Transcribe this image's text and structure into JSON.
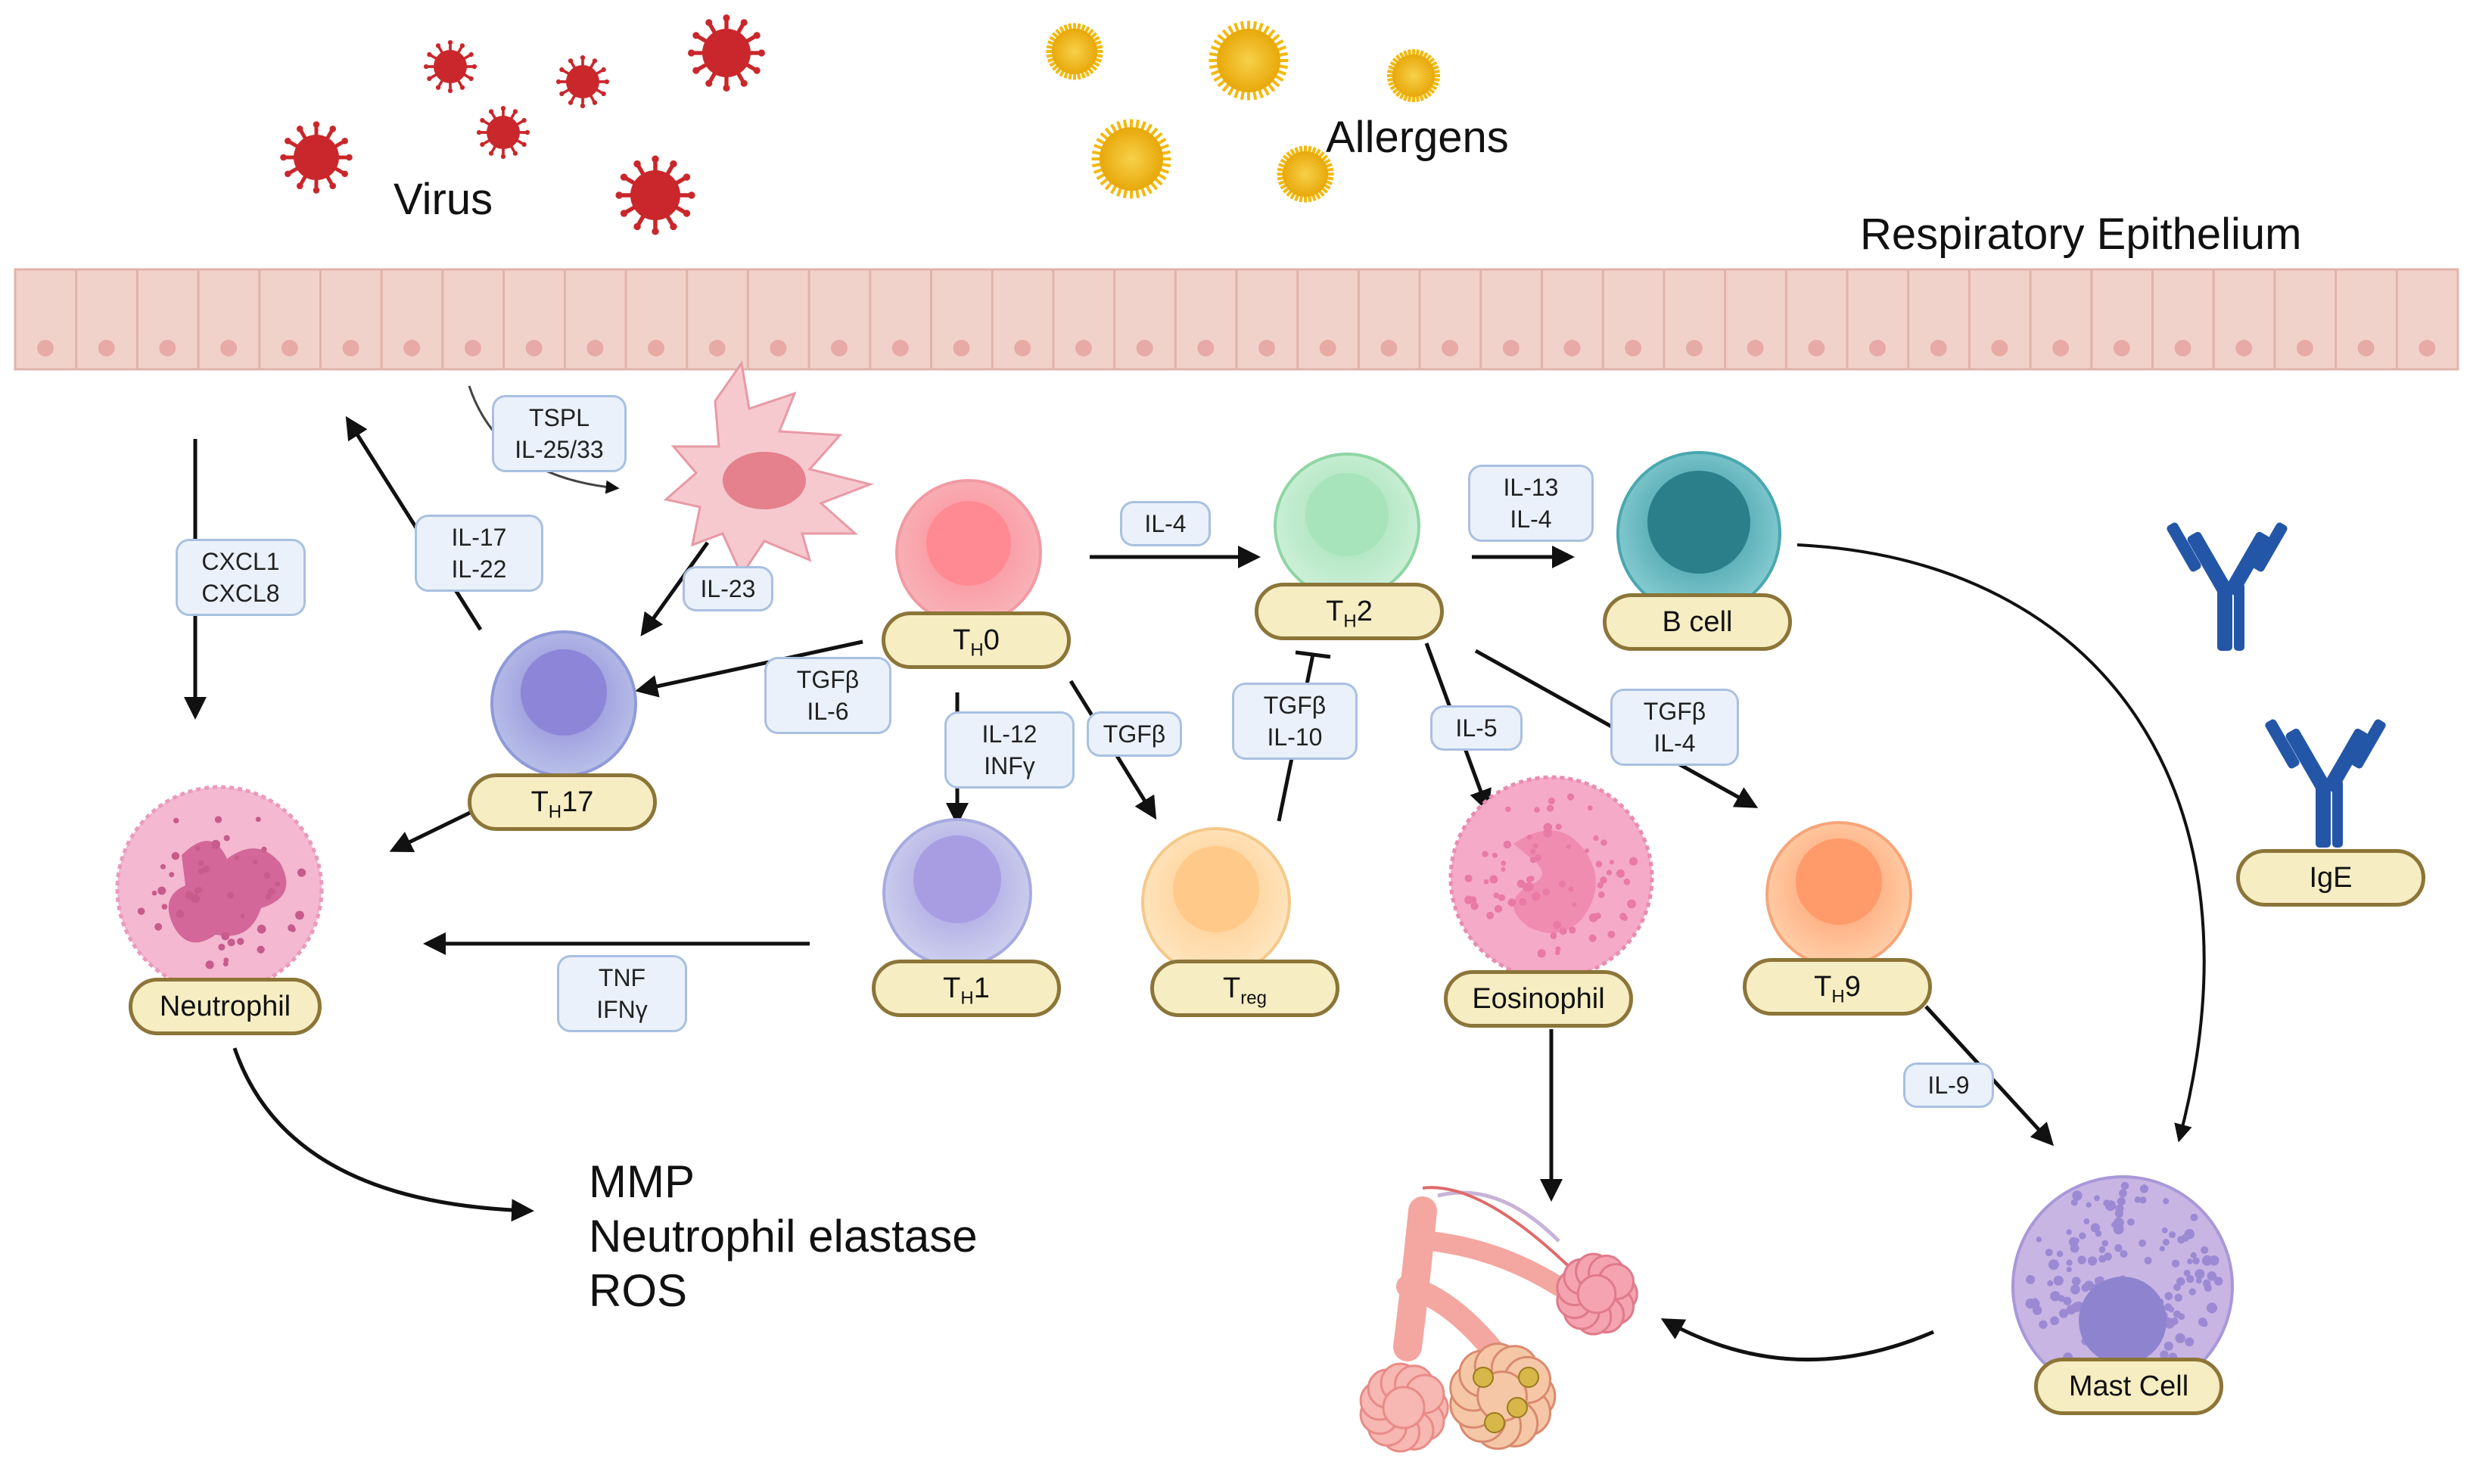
{
  "headings": {
    "virus": "Virus",
    "allergens": "Allergens",
    "epithelium": "Respiratory Epithelium"
  },
  "cell_labels": {
    "th0_main": "T",
    "th0_sub": "H",
    "th0_tail": "0",
    "th2_main": "T",
    "th2_sub": "H",
    "th2_tail": "2",
    "th17_main": "T",
    "th17_sub": "H",
    "th17_tail": "17",
    "th1_main": "T",
    "th1_sub": "H",
    "th1_tail": "1",
    "treg_main": "T",
    "treg_sub": "reg",
    "th9_main": "T",
    "th9_sub": "H",
    "th9_tail": "9",
    "bcell": "B cell",
    "neutrophil": "Neutrophil",
    "eosinophil": "Eosinophil",
    "ige": "IgE",
    "mast": "Mast Cell"
  },
  "cytokines": {
    "tspl_1": "TSPL",
    "tspl_2": "IL-25/33",
    "cxcl_1": "CXCL1",
    "cxcl_2": "CXCL8",
    "il17_1": "IL-17",
    "il17_2": "IL-22",
    "il23": "IL-23",
    "il4": "IL-4",
    "il13_1": "IL-13",
    "il13_2": "IL-4",
    "tgfb_il6_1": "TGFβ",
    "tgfb_il6_2": "IL-6",
    "il12_1": "IL-12",
    "il12_2": "INFγ",
    "tgfb": "TGFβ",
    "tgfb_il10_1": "TGFβ",
    "tgfb_il10_2": "IL-10",
    "il5": "IL-5",
    "tgfb_il4_1": "TGFβ",
    "tgfb_il4_2": "IL-4",
    "tnf_1": "TNF",
    "tnf_2": "IFNγ",
    "il9": "IL-9"
  },
  "outputs": {
    "line1": "MMP",
    "line2": "Neutrophil elastase",
    "line3": "ROS"
  },
  "colors": {
    "virus": "#c9272b",
    "allergen": "#f2b90f",
    "epithelium": "#f1d2cb",
    "epithelium_nucleus": "#e8aaa6",
    "label_fill": "#f6edc2",
    "label_border": "#8c7538",
    "cytokine_fill": "#eaf1fb",
    "cytokine_border": "#a9c0e0",
    "antibody": "#2456a8"
  }
}
